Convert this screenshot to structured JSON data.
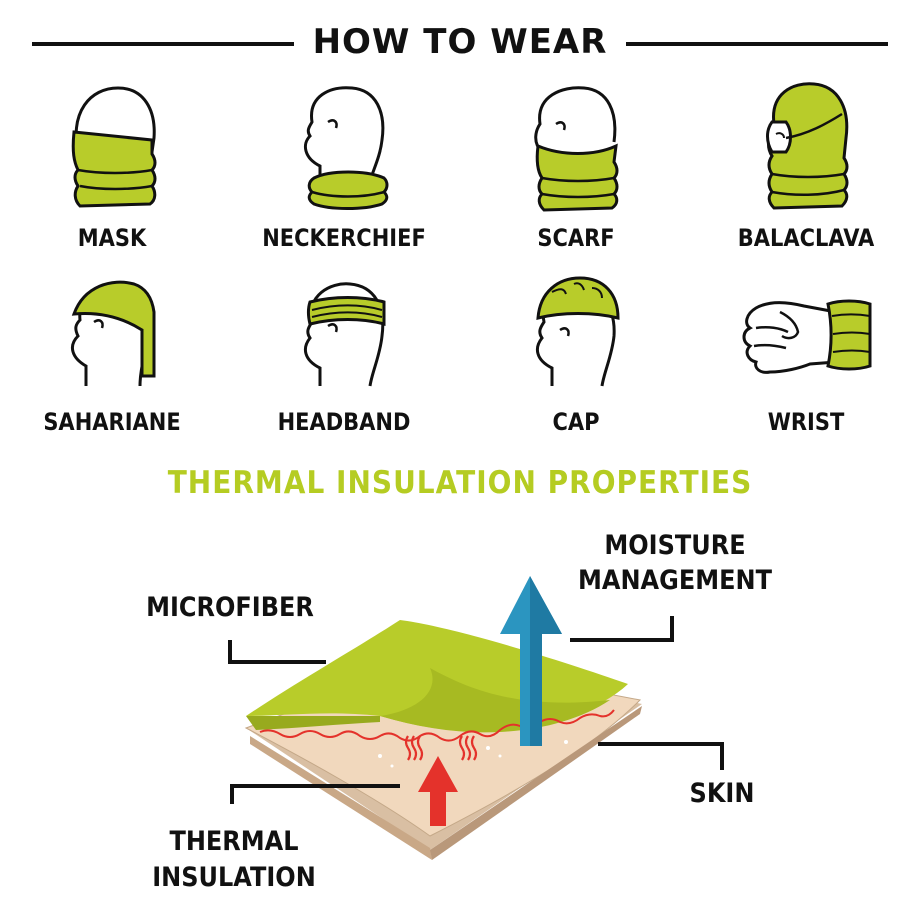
{
  "header": {
    "title": "HOW TO WEAR"
  },
  "styles": [
    {
      "label": "MASK",
      "icon": "mask-icon"
    },
    {
      "label": "NECKERCHIEF",
      "icon": "neckerchief-icon"
    },
    {
      "label": "SCARF",
      "icon": "scarf-icon"
    },
    {
      "label": "BALACLAVA",
      "icon": "balaclava-icon"
    },
    {
      "label": "SAHARIANE",
      "icon": "sahariane-icon"
    },
    {
      "label": "HEADBAND",
      "icon": "headband-icon"
    },
    {
      "label": "CAP",
      "icon": "cap-icon"
    },
    {
      "label": "WRIST",
      "icon": "wrist-icon"
    }
  ],
  "thermal": {
    "title": "THERMAL INSULATION PROPERTIES",
    "labels": {
      "moisture_line1": "MOISTURE",
      "moisture_line2": "MANAGEMENT",
      "microfiber": "MICROFIBER",
      "skin": "SKIN",
      "thermal_line1": "THERMAL",
      "thermal_line2": "INSULATION"
    }
  },
  "colors": {
    "fabric": "#b8cc2a",
    "skin": "#f1d8bd",
    "accent_title": "#b5cc22",
    "moisture_arrow": "#2b95c0",
    "heat_arrow": "#e4322b",
    "outline": "#111111"
  }
}
